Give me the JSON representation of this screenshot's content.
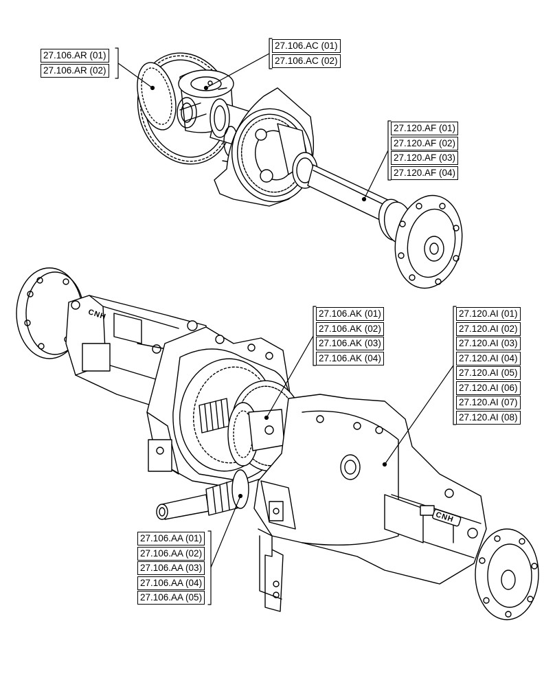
{
  "callouts": {
    "ar": [
      "27.106.AR (01)",
      "27.106.AR (02)"
    ],
    "ac": [
      "27.106.AC (01)",
      "27.106.AC (02)"
    ],
    "af": [
      "27.120.AF (01)",
      "27.120.AF (02)",
      "27.120.AF (03)",
      "27.120.AF (04)"
    ],
    "ak": [
      "27.106.AK (01)",
      "27.106.AK (02)",
      "27.106.AK (03)",
      "27.106.AK (04)"
    ],
    "ai": [
      "27.120.AI (01)",
      "27.120.AI (02)",
      "27.120.AI (03)",
      "27.120.AI (04)",
      "27.120.AI (05)",
      "27.120.AI (06)",
      "27.120.AI (07)",
      "27.120.AI (08)"
    ],
    "aa": [
      "27.106.AA (01)",
      "27.106.AA (02)",
      "27.106.AA (03)",
      "27.106.AA (04)",
      "27.106.AA (05)"
    ]
  },
  "housing_logo": "CNH"
}
